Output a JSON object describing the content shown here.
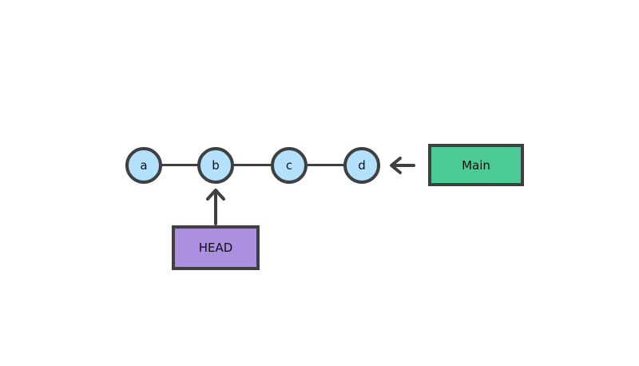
{
  "colors": {
    "background": "#ffffff",
    "stroke": "#404040",
    "node_fill": "#b3e0fa",
    "main_box_fill": "#4dcb96",
    "head_box_fill": "#ab8fe0",
    "text": "#111111"
  },
  "commit_graph": {
    "nodes": [
      {
        "label": "a"
      },
      {
        "label": "b"
      },
      {
        "label": "c"
      },
      {
        "label": "d"
      }
    ]
  },
  "branch_pointer": {
    "label": "Main",
    "points_to": "d"
  },
  "head_pointer": {
    "label": "HEAD",
    "points_to": "b"
  }
}
